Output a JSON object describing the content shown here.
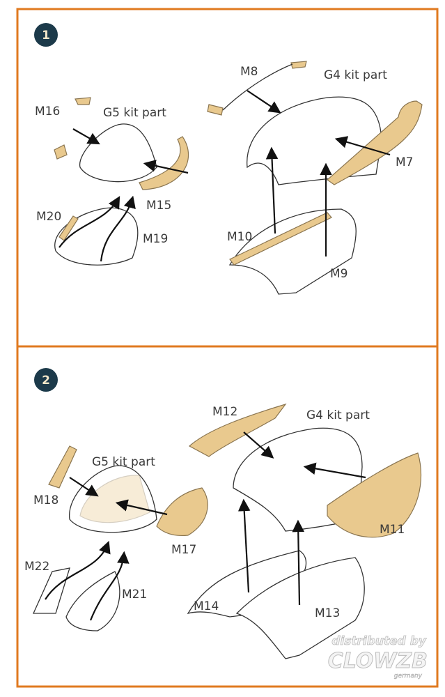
{
  "colors": {
    "frame": "#e07a1f",
    "badge": "#1c3a4a",
    "mask": "#e9c98e"
  },
  "step1": {
    "number": "1",
    "labels": {
      "m16": "M16",
      "g5": "G5 kit part",
      "m15": "M15",
      "m20": "M20",
      "m19": "M19",
      "m8": "M8",
      "g4": "G4 kit part",
      "m7": "M7",
      "m10": "M10",
      "m9": "M9"
    }
  },
  "step2": {
    "number": "2",
    "labels": {
      "m12": "M12",
      "g4": "G4 kit part",
      "g5": "G5 kit part",
      "m18": "M18",
      "m17": "M17",
      "m11": "M11",
      "m22": "M22",
      "m21": "M21",
      "m14": "M14",
      "m13": "M13"
    }
  },
  "logo": {
    "line1": "distributed by",
    "line2": "CLOWZB",
    "line3": "germany"
  }
}
